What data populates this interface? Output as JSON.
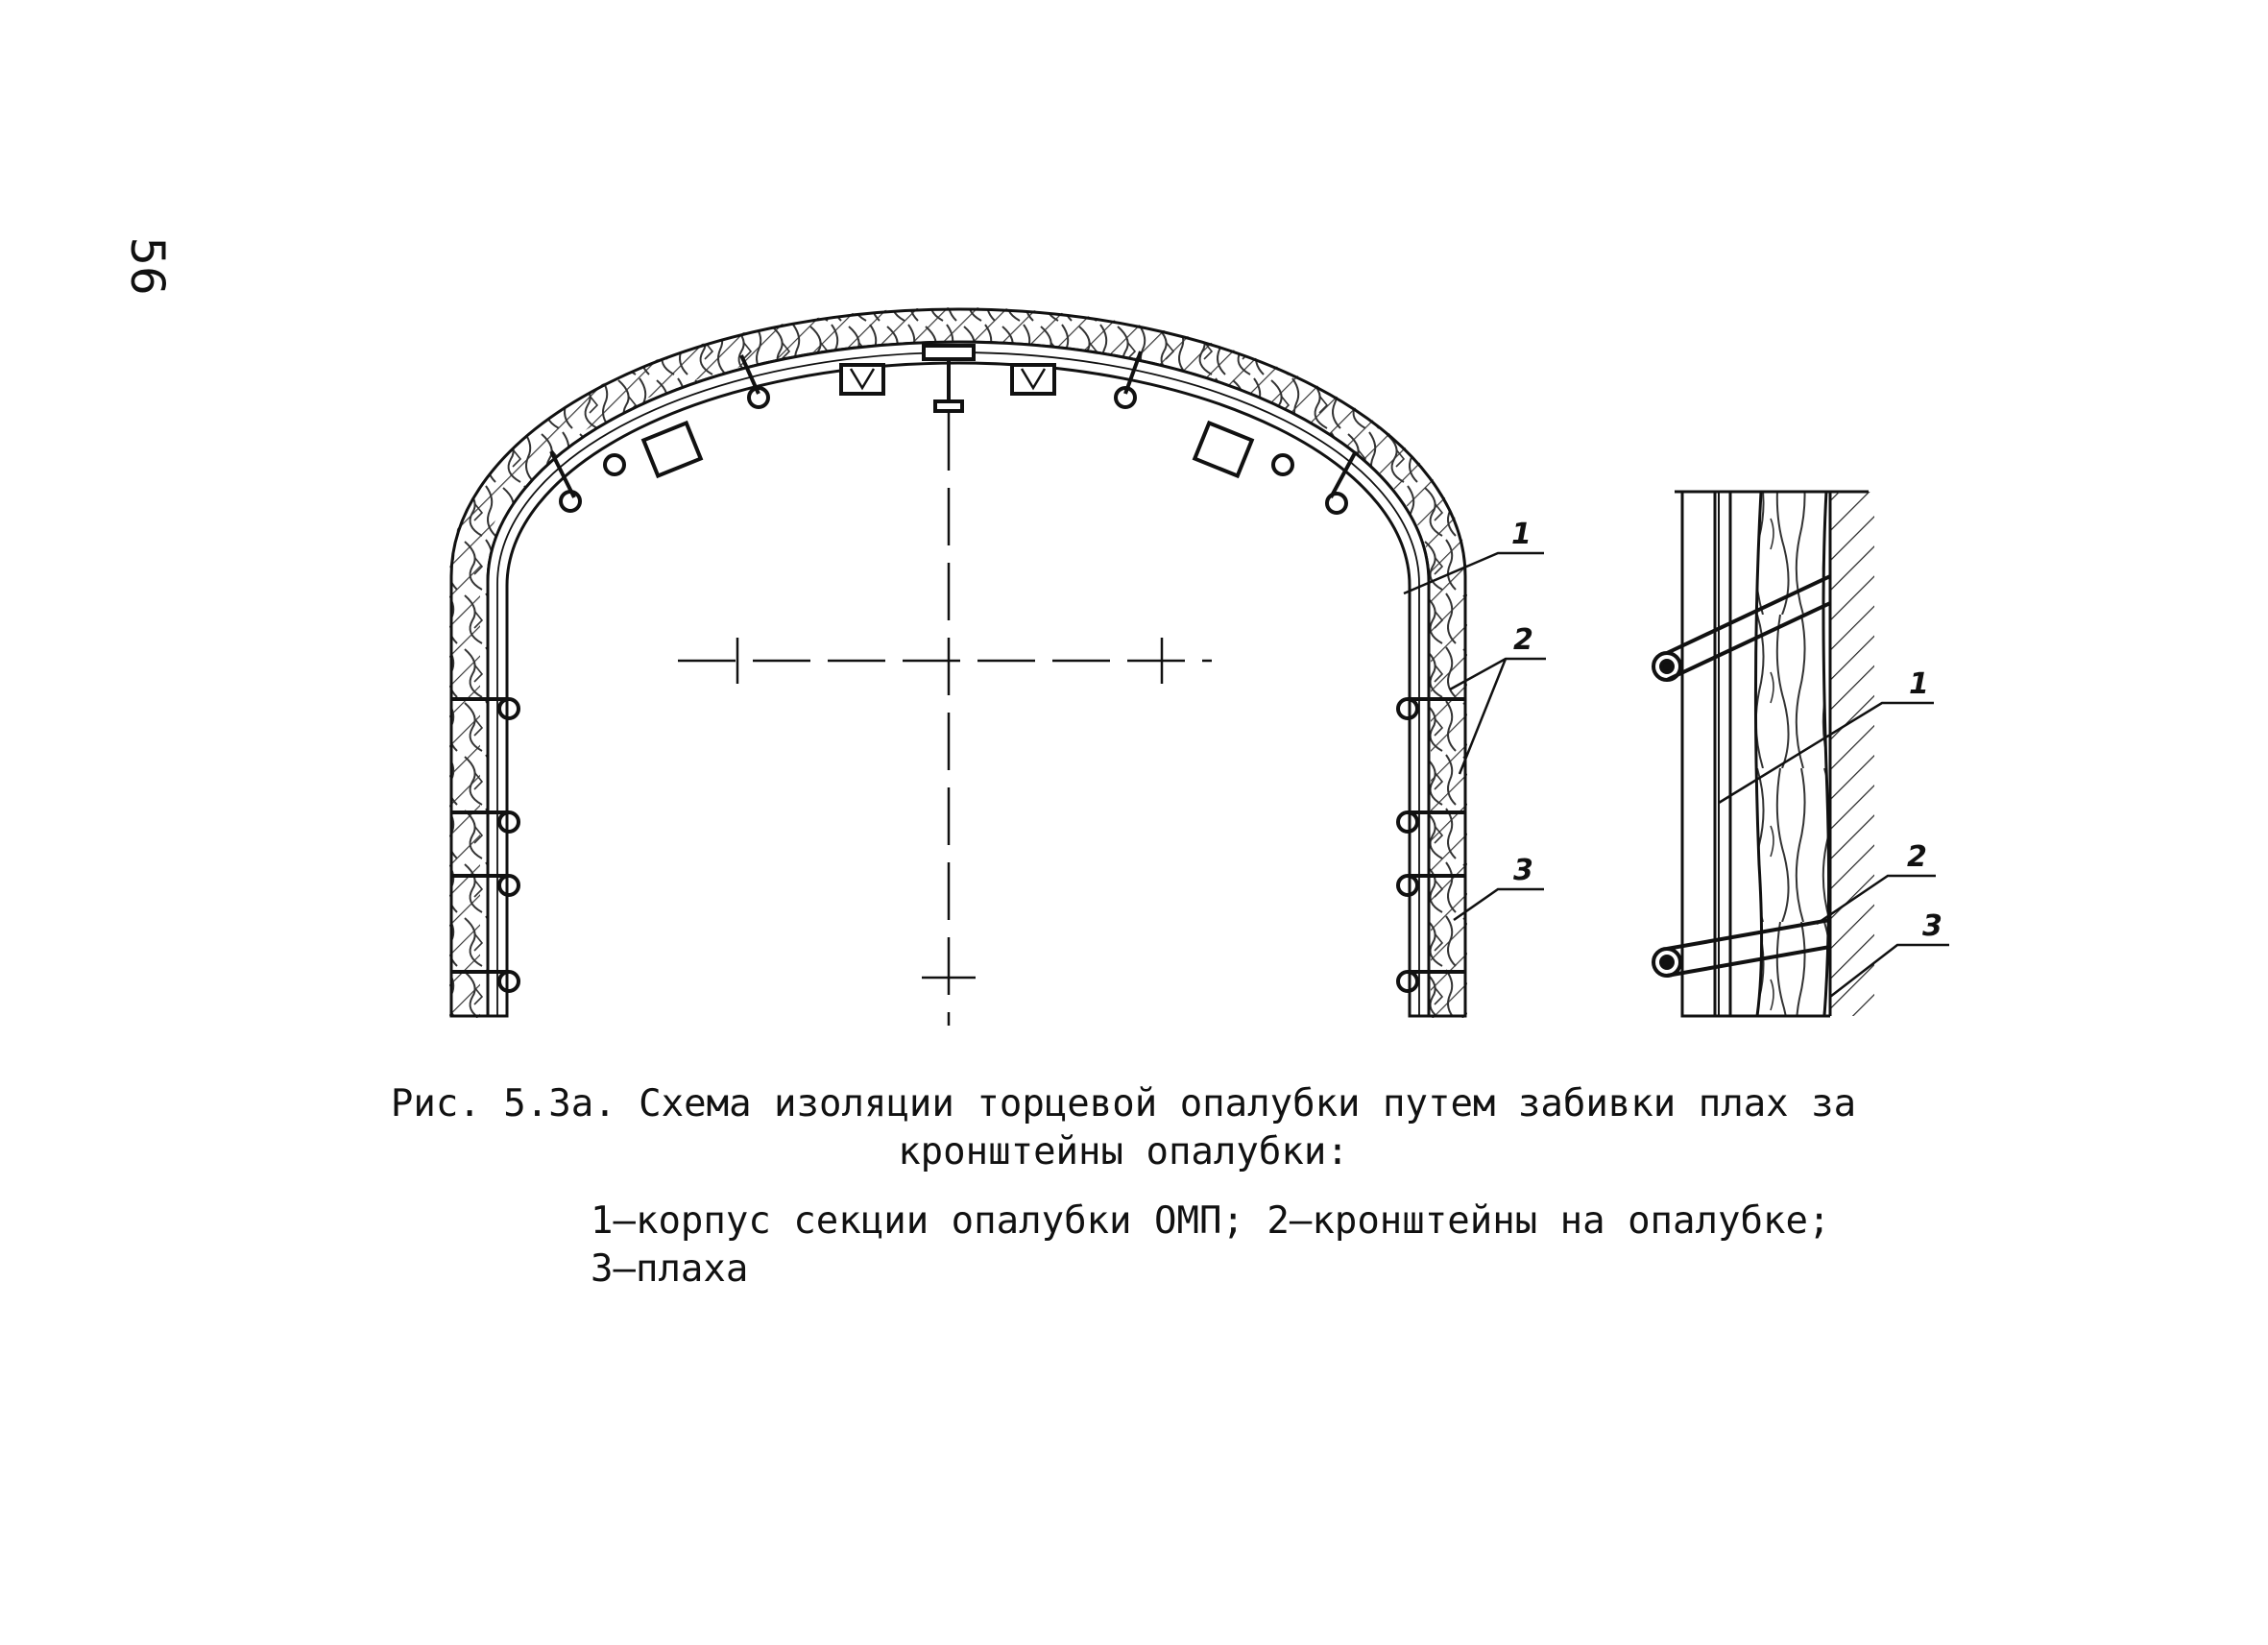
{
  "page_number": "56",
  "callouts": {
    "arch": [
      "1",
      "2",
      "3"
    ],
    "section": [
      "1",
      "2",
      "3"
    ]
  },
  "caption": {
    "title_line1": "Рис. 5.3а. Схема изоляции торцевой опалубки путем забивки плах за",
    "title_line2": "кронштейны опалубки:",
    "legend_line1": "1–корпус секции опалубки ОМП; 2–кронштейны на опалубке;",
    "legend_line2": "3–плаха"
  }
}
